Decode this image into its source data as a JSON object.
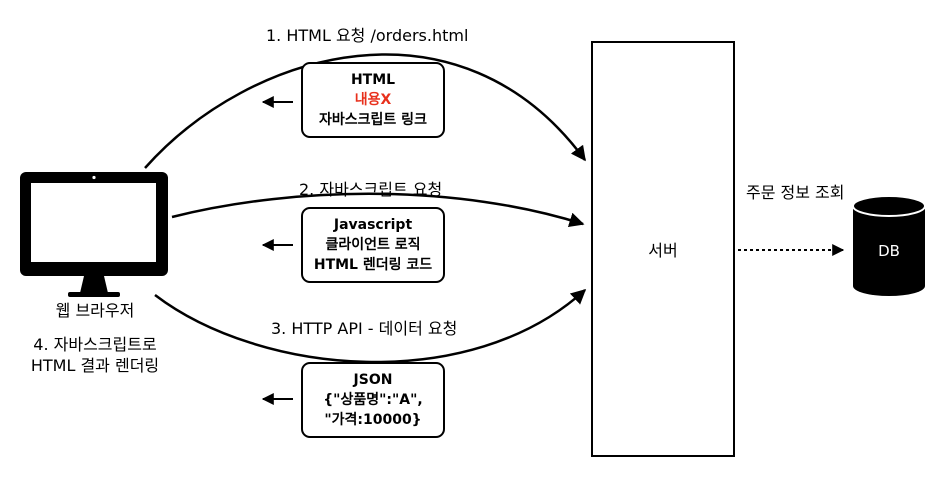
{
  "colors": {
    "stroke": "#000000",
    "highlight": "#e8301c"
  },
  "client": {
    "icon": "monitor-icon",
    "name": "웹 브라우저",
    "step4_lines": [
      "4. 자바스크립트로",
      "HTML 결과 렌더링"
    ]
  },
  "server": {
    "label": "서버"
  },
  "database": {
    "icon": "database-icon",
    "label": "DB",
    "query_label": "주문 정보 조회"
  },
  "requests": [
    {
      "label": "1. HTML 요청 /orders.html",
      "response_lines": [
        {
          "text": "HTML",
          "highlight": false
        },
        {
          "text": "내용X",
          "highlight": true
        },
        {
          "text": "자바스크립트 링크",
          "highlight": false
        }
      ]
    },
    {
      "label": "2. 자바스크립트 요청",
      "response_lines": [
        {
          "text": "Javascript",
          "highlight": false
        },
        {
          "text": "클라이언트 로직",
          "highlight": false
        },
        {
          "text": "HTML 렌더링 코드",
          "highlight": false
        }
      ]
    },
    {
      "label": "3. HTTP API -  데이터 요청",
      "response_lines": [
        {
          "text": "JSON",
          "highlight": false
        },
        {
          "text": "{\"상품명\":\"A\",",
          "highlight": false
        },
        {
          "text": "\"가격:10000}",
          "highlight": false
        }
      ]
    }
  ]
}
